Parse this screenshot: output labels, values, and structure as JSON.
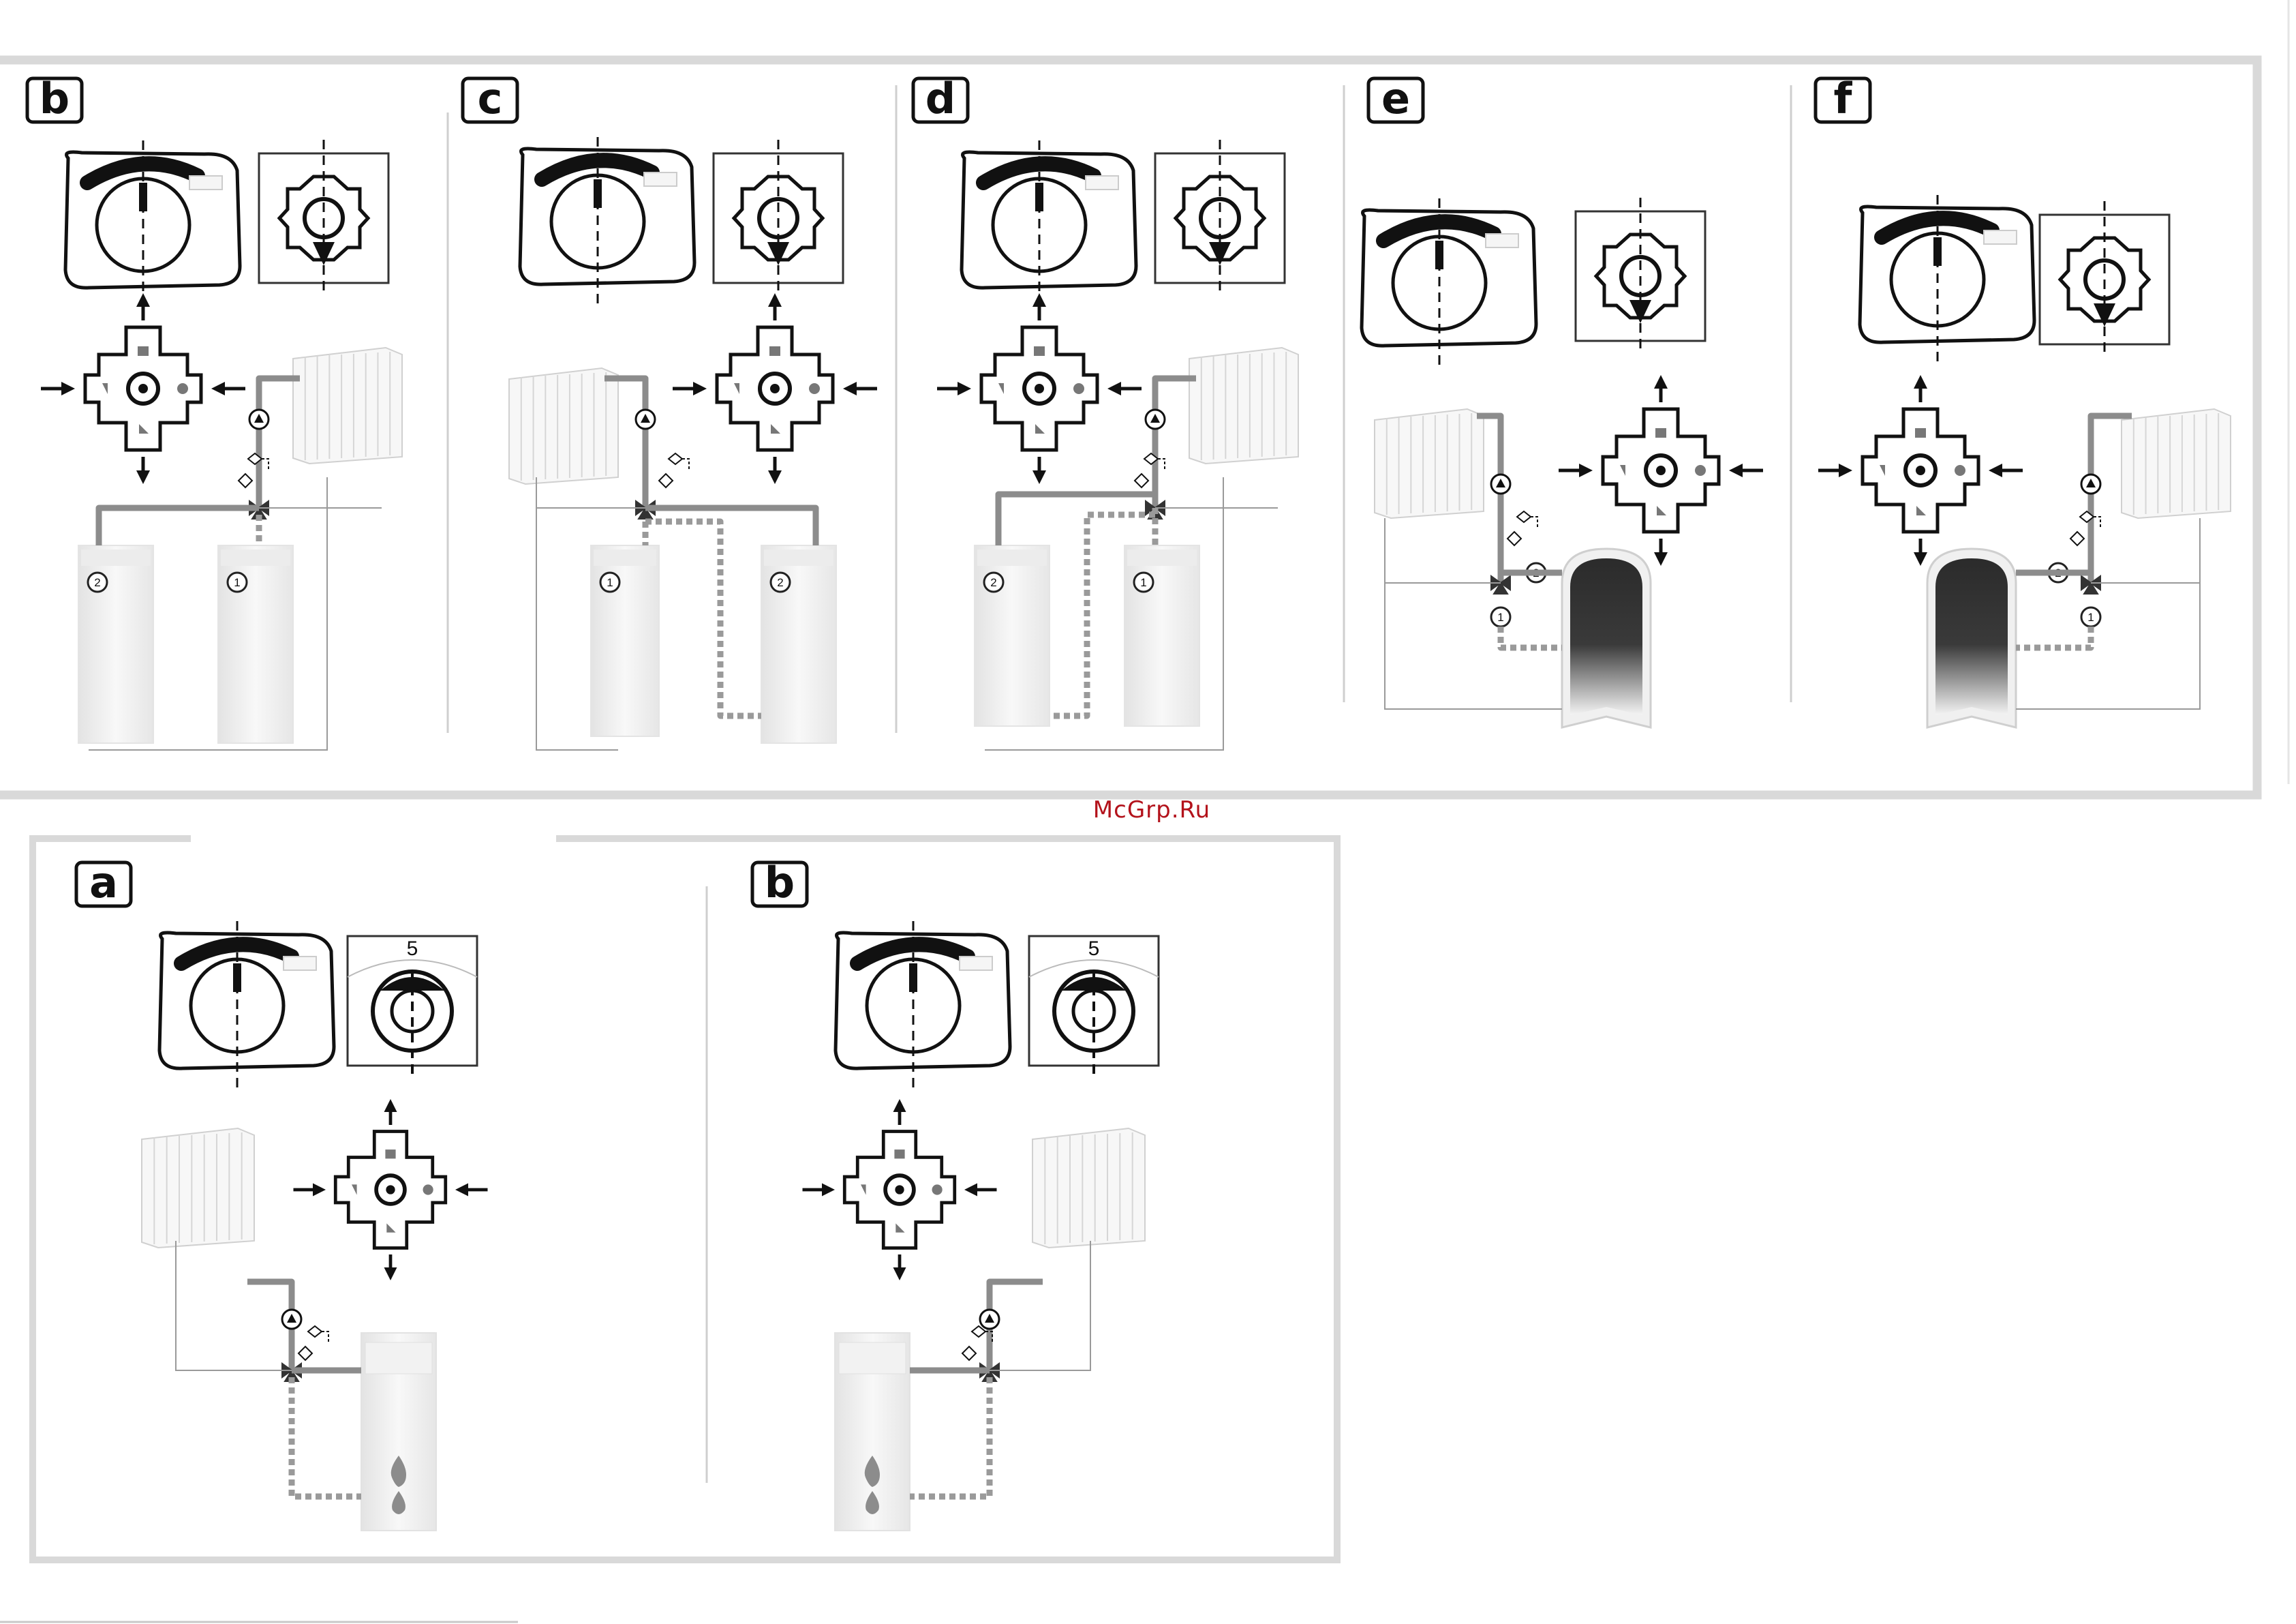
{
  "watermark": "McGrp.Ru",
  "top_row": [
    {
      "letter": "b",
      "layout": "boilers",
      "mirror": false,
      "labels": [
        "2",
        "1"
      ]
    },
    {
      "letter": "c",
      "layout": "boilers",
      "mirror": true,
      "labels": [
        "1",
        "2"
      ]
    },
    {
      "letter": "d",
      "layout": "boilers",
      "mirror": false,
      "labels": [
        "2",
        "1"
      ]
    },
    {
      "letter": "e",
      "layout": "tank",
      "mirror": true,
      "labels": [
        "1",
        "2"
      ]
    },
    {
      "letter": "f",
      "layout": "tank",
      "mirror": false,
      "labels": [
        "1",
        "2"
      ]
    }
  ],
  "bottom_row": [
    {
      "letter": "a",
      "layout": "single",
      "mirror": false,
      "dial": "5"
    },
    {
      "letter": "b",
      "layout": "single",
      "mirror": true,
      "dial": "5"
    }
  ],
  "colors": {
    "frame": "#d9d9d9",
    "pipe": "#8c8c8c",
    "line": "#111111",
    "watermark": "#b3121b"
  }
}
